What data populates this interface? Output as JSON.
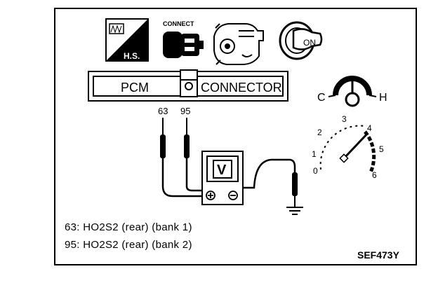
{
  "icons": {
    "hs_label": "H.S.",
    "connect_label": "CONNECT",
    "ignition_label": "ON"
  },
  "connector": {
    "pcm_label": "PCM",
    "connector_label": "CONNECTOR"
  },
  "terminals": [
    "63",
    "95"
  ],
  "meter": {
    "label": "V"
  },
  "temperature": {
    "cold": "C",
    "hot": "H"
  },
  "dial": {
    "ticks": [
      "0",
      "1",
      "2",
      "3",
      "4",
      "5",
      "6"
    ]
  },
  "legend": [
    "63: HO2S2 (rear) (bank 1)",
    "95: HO2S2 (rear) (bank 2)"
  ],
  "figure_id": "SEF473Y"
}
